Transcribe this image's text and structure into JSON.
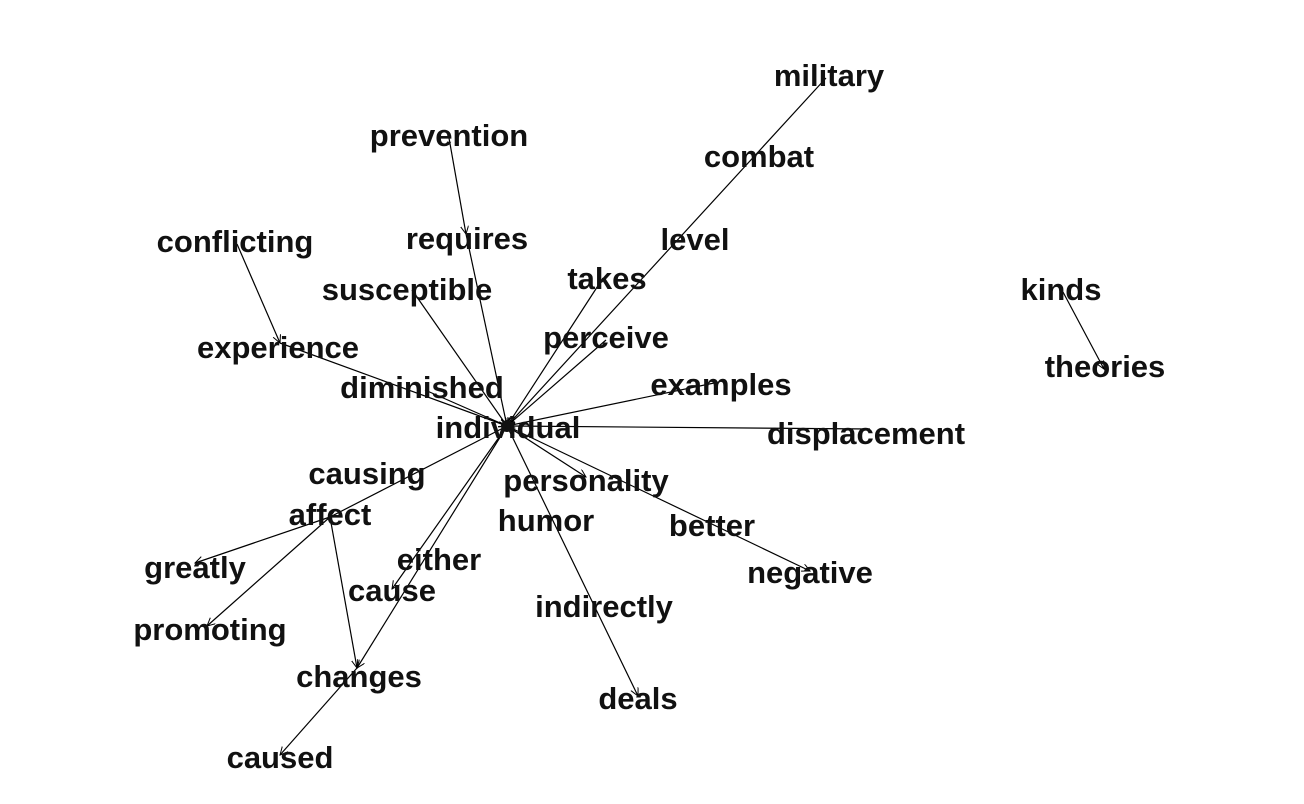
{
  "graph": {
    "nodes": [
      {
        "id": "military",
        "label": "military"
      },
      {
        "id": "prevention",
        "label": "prevention"
      },
      {
        "id": "combat",
        "label": "combat"
      },
      {
        "id": "conflicting",
        "label": "conflicting"
      },
      {
        "id": "requires",
        "label": "requires"
      },
      {
        "id": "level",
        "label": "level"
      },
      {
        "id": "takes",
        "label": "takes"
      },
      {
        "id": "kinds",
        "label": "kinds"
      },
      {
        "id": "susceptible",
        "label": "susceptible"
      },
      {
        "id": "perceive",
        "label": "perceive"
      },
      {
        "id": "experience",
        "label": "experience"
      },
      {
        "id": "theories",
        "label": "theories"
      },
      {
        "id": "examples",
        "label": "examples"
      },
      {
        "id": "diminished",
        "label": "diminished"
      },
      {
        "id": "individual",
        "label": "individual"
      },
      {
        "id": "displacement",
        "label": "displacement"
      },
      {
        "id": "causing",
        "label": "causing"
      },
      {
        "id": "personality",
        "label": "personality"
      },
      {
        "id": "affect",
        "label": "affect"
      },
      {
        "id": "humor",
        "label": "humor"
      },
      {
        "id": "better",
        "label": "better"
      },
      {
        "id": "either",
        "label": "either"
      },
      {
        "id": "greatly",
        "label": "greatly"
      },
      {
        "id": "negative",
        "label": "negative"
      },
      {
        "id": "cause",
        "label": "cause"
      },
      {
        "id": "indirectly",
        "label": "indirectly"
      },
      {
        "id": "promoting",
        "label": "promoting"
      },
      {
        "id": "changes",
        "label": "changes"
      },
      {
        "id": "deals",
        "label": "deals"
      },
      {
        "id": "caused",
        "label": "caused"
      }
    ],
    "edges": [
      {
        "from": "military",
        "to": "individual"
      },
      {
        "from": "prevention",
        "to": "requires"
      },
      {
        "from": "requires",
        "to": "individual"
      },
      {
        "from": "conflicting",
        "to": "experience"
      },
      {
        "from": "experience",
        "to": "individual"
      },
      {
        "from": "susceptible",
        "to": "individual"
      },
      {
        "from": "takes",
        "to": "individual"
      },
      {
        "from": "perceive",
        "to": "individual"
      },
      {
        "from": "examples",
        "to": "individual"
      },
      {
        "from": "diminished",
        "to": "individual"
      },
      {
        "from": "displacement",
        "to": "individual"
      },
      {
        "from": "individual",
        "to": "personality"
      },
      {
        "from": "individual",
        "to": "negative"
      },
      {
        "from": "individual",
        "to": "deals"
      },
      {
        "from": "individual",
        "to": "affect"
      },
      {
        "from": "individual",
        "to": "changes"
      },
      {
        "from": "individual",
        "to": "cause"
      },
      {
        "from": "affect",
        "to": "greatly"
      },
      {
        "from": "affect",
        "to": "promoting"
      },
      {
        "from": "affect",
        "to": "changes"
      },
      {
        "from": "changes",
        "to": "caused"
      },
      {
        "from": "kinds",
        "to": "theories"
      }
    ]
  }
}
